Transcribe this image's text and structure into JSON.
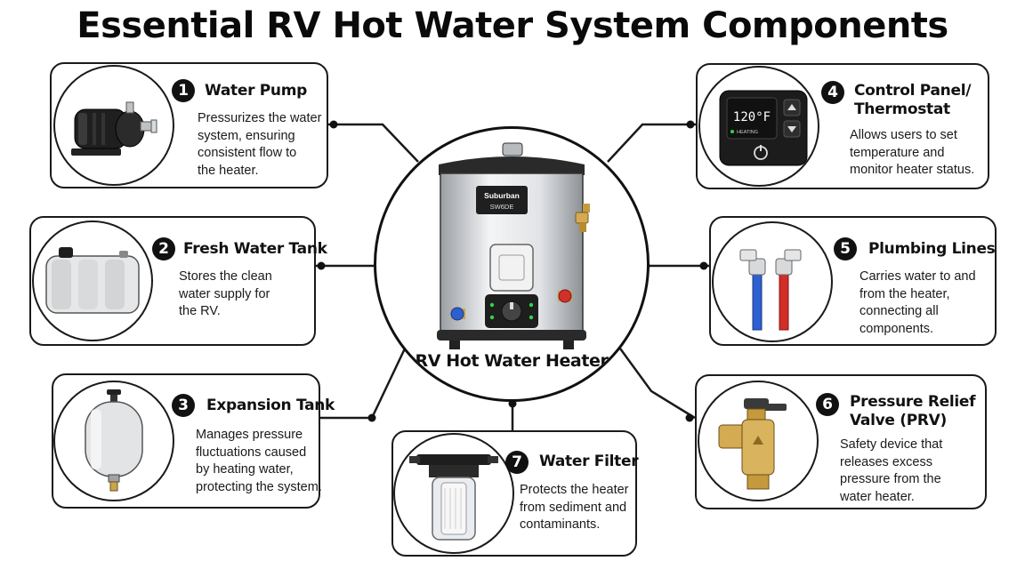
{
  "title": "Essential RV Hot Water System Components",
  "center": {
    "label": "RV Hot Water Heater",
    "brand": "Suburban",
    "model": "SW6DE"
  },
  "thermostat_display": {
    "temperature": "120°F",
    "status": "HEATING"
  },
  "components": [
    {
      "number": "1",
      "title": "Water Pump",
      "description": [
        "Pressurizes the water",
        "system, ensuring",
        "consistent flow to",
        "the heater."
      ]
    },
    {
      "number": "2",
      "title": "Fresh Water Tank",
      "description": [
        "Stores the clean",
        "water supply for",
        "the RV."
      ]
    },
    {
      "number": "3",
      "title": "Expansion Tank",
      "description": [
        "Manages pressure",
        "fluctuations caused",
        "by heating water,",
        "protecting the system."
      ]
    },
    {
      "number": "4",
      "title": [
        "Control Panel/",
        "Thermostat"
      ],
      "description": [
        "Allows users to set",
        "temperature and",
        "monitor heater status."
      ]
    },
    {
      "number": "5",
      "title": "Plumbing Lines",
      "description": [
        "Carries water to and",
        "from the heater,",
        "connecting all",
        "components."
      ]
    },
    {
      "number": "6",
      "title": [
        "Pressure Relief",
        "Valve (PRV)"
      ],
      "description": [
        "Safety device that",
        "releases excess",
        "pressure from the",
        "water heater."
      ]
    },
    {
      "number": "7",
      "title": "Water Filter",
      "description": [
        "Protects the heater",
        "from sediment and",
        "contaminants."
      ]
    }
  ]
}
